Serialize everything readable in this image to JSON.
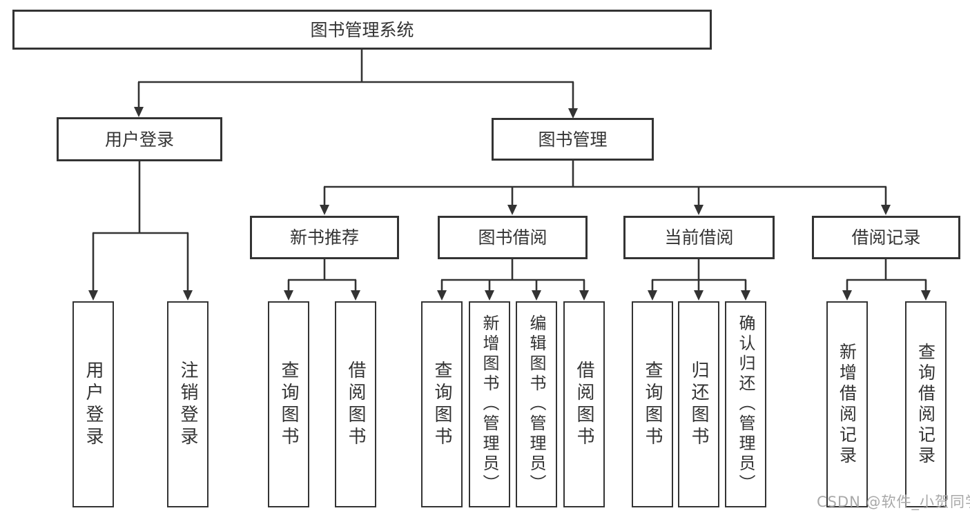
{
  "root": {
    "label": "图书管理系统"
  },
  "level2": [
    {
      "label": "用户登录"
    },
    {
      "label": "图书管理"
    }
  ],
  "level3": [
    {
      "label": "新书推荐"
    },
    {
      "label": "图书借阅"
    },
    {
      "label": "当前借阅"
    },
    {
      "label": "借阅记录"
    }
  ],
  "leaves": [
    {
      "label": "用户登录"
    },
    {
      "label": "注销登录"
    },
    {
      "label": "查询图书"
    },
    {
      "label": "借阅图书"
    },
    {
      "label": "查询图书"
    },
    {
      "label": "新增图书（管理员）"
    },
    {
      "label": "编辑图书（管理员）"
    },
    {
      "label": "借阅图书"
    },
    {
      "label": "查询图书"
    },
    {
      "label": "归还图书"
    },
    {
      "label": "确认归还（管理员）"
    },
    {
      "label": "新增借阅记录"
    },
    {
      "label": "查询借阅记录"
    }
  ],
  "watermark": {
    "text": "CSDN @软件_小贺同学"
  },
  "colors": {
    "line": "#333333",
    "watermark": "#a8a8a8",
    "background": "#ffffff"
  }
}
